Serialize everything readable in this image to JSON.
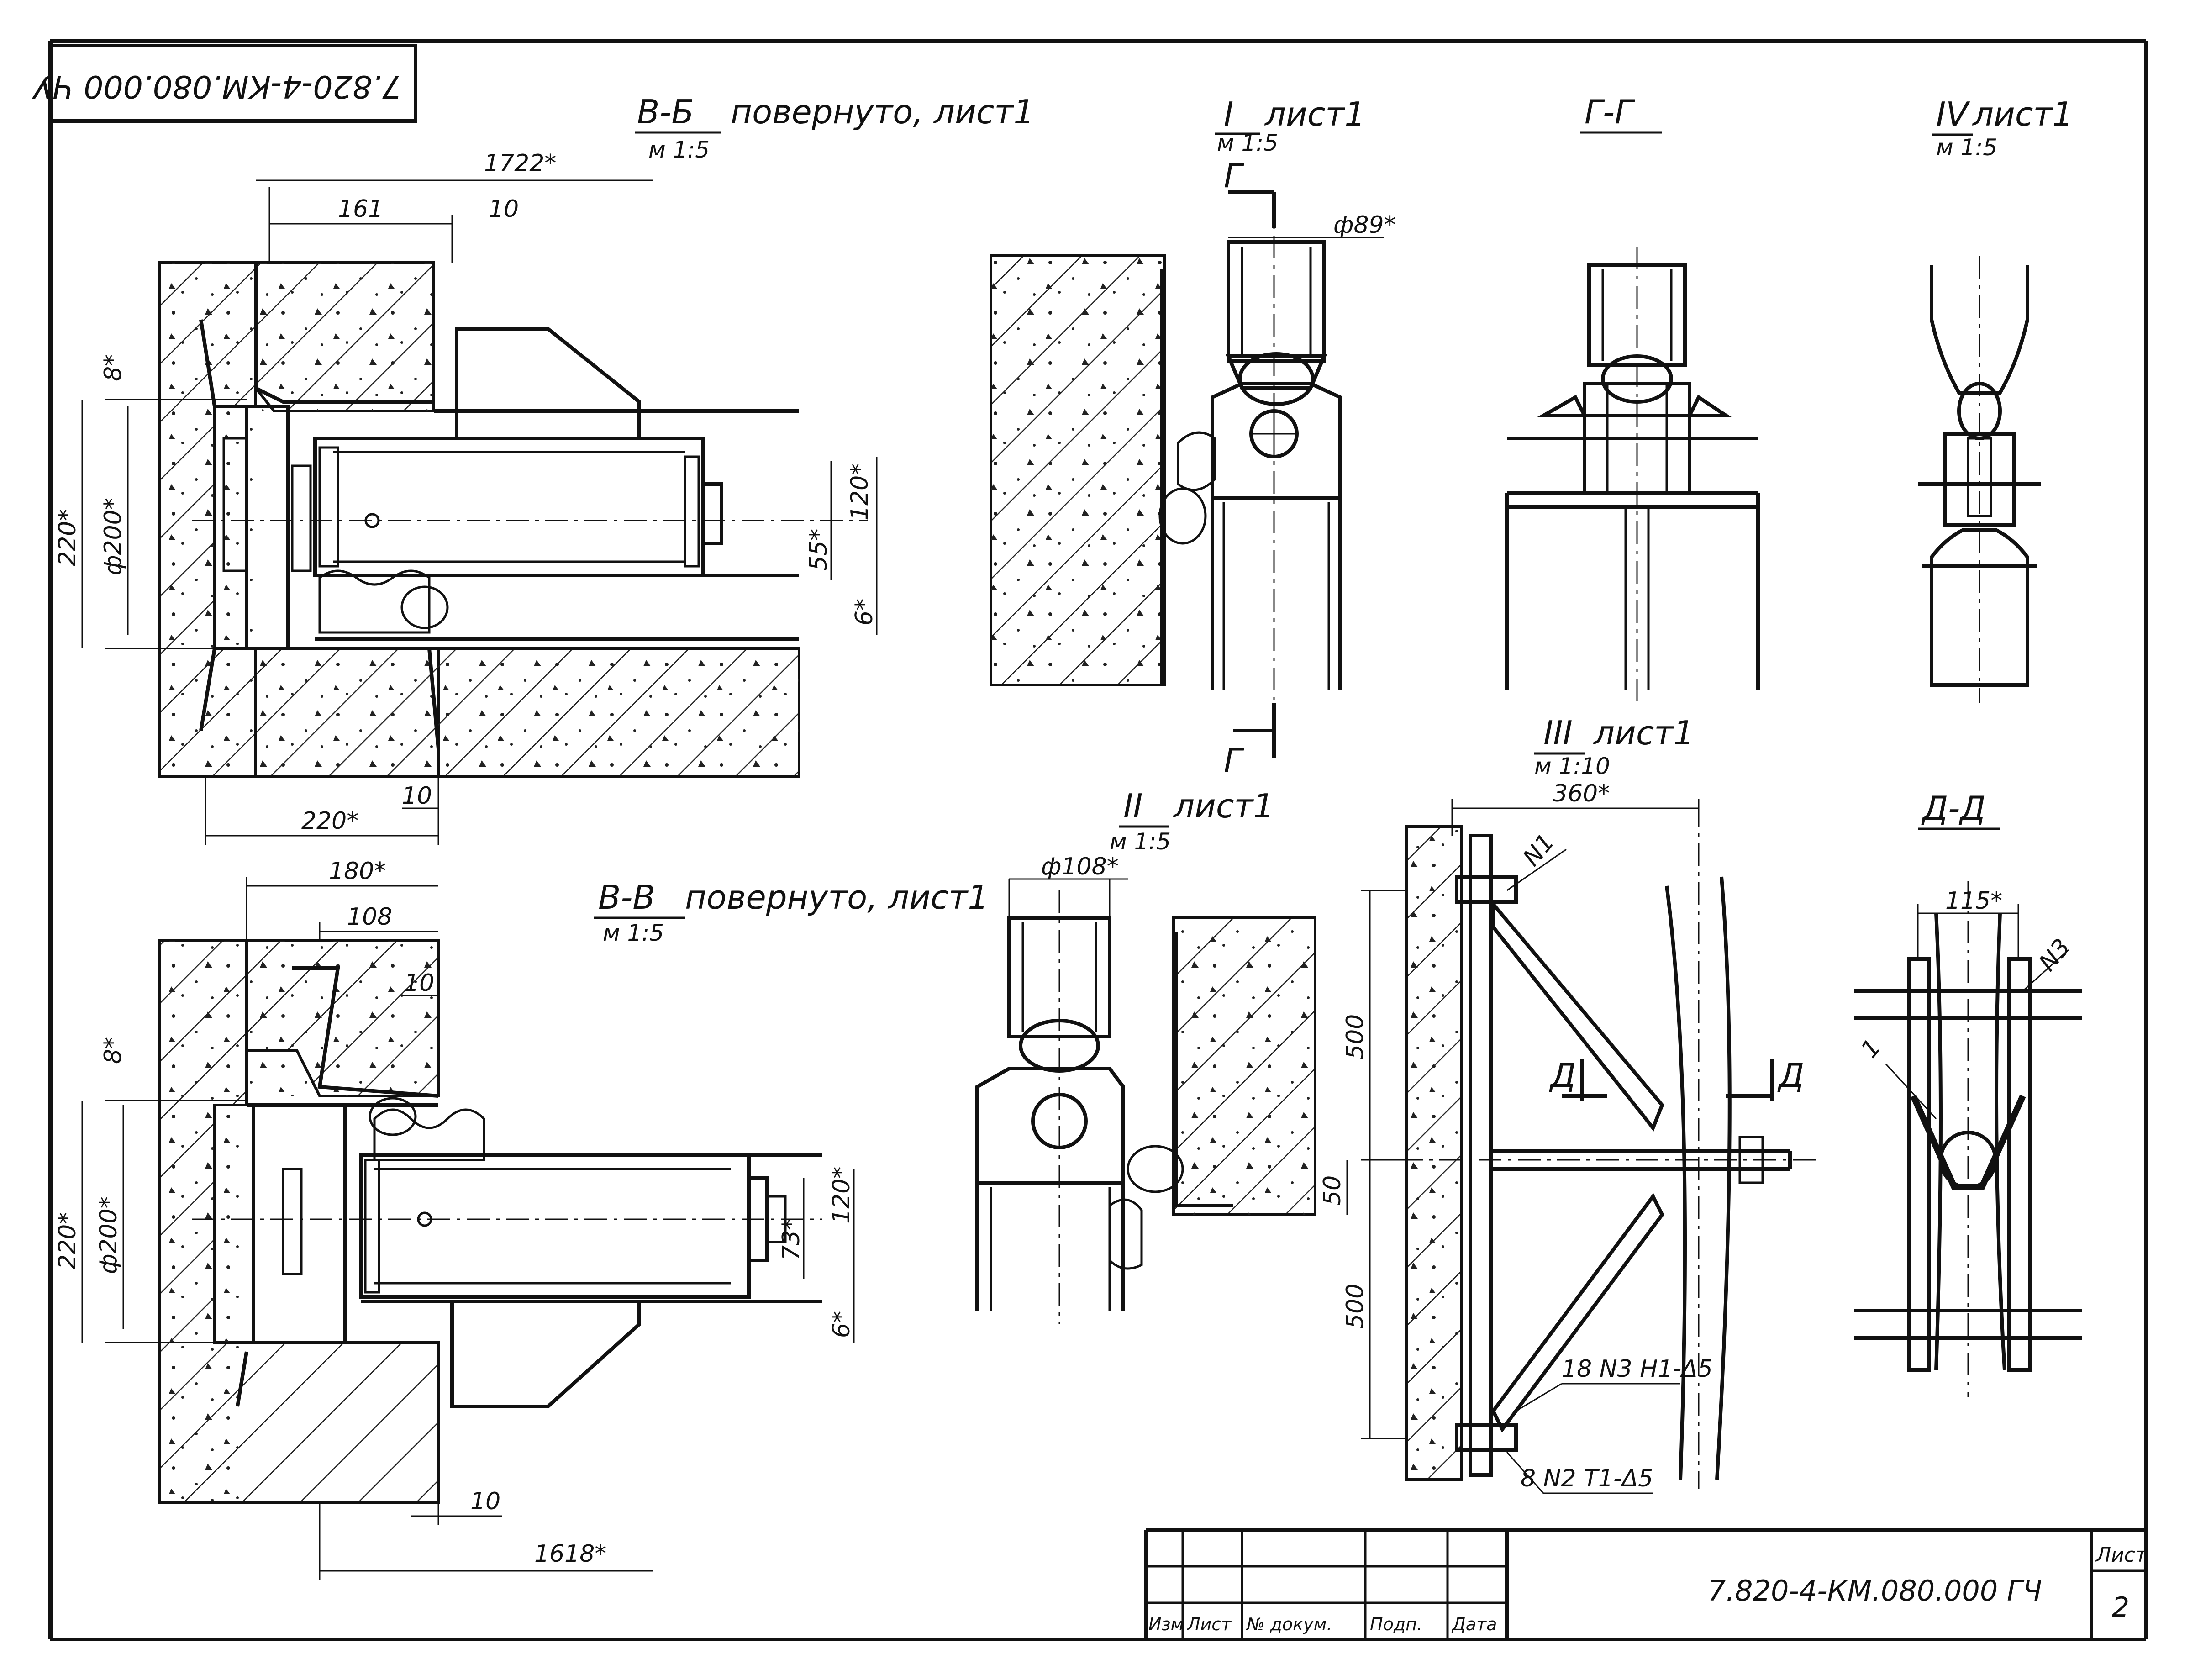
{
  "sheet": {
    "stamp_mirrored": "7.820-4-КМ.080.000 ЧУ",
    "code": "7.820-4-КМ.080.000 ГЧ",
    "sheet_label": "Лист",
    "sheet_number": "2",
    "title_block_columns": [
      "Изм",
      "Лист",
      "№ докум.",
      "Подп.",
      "Дата"
    ]
  },
  "views": {
    "bb": {
      "title": "В-Б",
      "note": "повернуто, лист1",
      "scale": "м 1:5"
    },
    "bv": {
      "title": "В-В",
      "note": "повернуто, лист1",
      "scale": "м 1:5"
    },
    "v1": {
      "title": "I",
      "note": "лист1",
      "scale": "м 1:5"
    },
    "v2": {
      "title": "II",
      "note": "лист1",
      "scale": "м 1:5"
    },
    "v3": {
      "title": "III",
      "note": "лист1",
      "scale": "м 1:10"
    },
    "v4": {
      "title": "IV",
      "note": "лист1",
      "scale": "м 1:5"
    },
    "gg": {
      "title": "Г-Г"
    },
    "dd": {
      "title": "Д-Д"
    }
  },
  "section_marks": {
    "g": "Г",
    "d": "Д"
  },
  "dims": {
    "bb_1722": "1722*",
    "bb_161": "161",
    "bb_10a": "10",
    "bb_8": "8*",
    "bb_220": "220*",
    "bb_200": "ф200*",
    "bb_55": "55*",
    "bb_120": "120*",
    "bb_6": "6*",
    "bb_220b": "220*",
    "bb_10b": "10",
    "v1_d89": "ф89*",
    "bv_180": "180*",
    "bv_108": "108",
    "bv_10a": "10",
    "bv_8": "8*",
    "bv_220": "220*",
    "bv_200": "ф200*",
    "bv_73": "73*",
    "bv_120": "120*",
    "bv_6": "6*",
    "bv_10b": "10",
    "bv_1618": "1618*",
    "v2_d108": "ф108*",
    "v2_50": "50",
    "v3_360": "360*",
    "v3_500a": "500",
    "v3_500b": "500",
    "dd_115": "115*"
  },
  "callouts": {
    "n1": "N1",
    "n3_weld": "18 N3  Н1-Δ5",
    "n2_weld": "8 N2  Т1-Δ5",
    "n3": "N3",
    "n1_dd": "1"
  }
}
